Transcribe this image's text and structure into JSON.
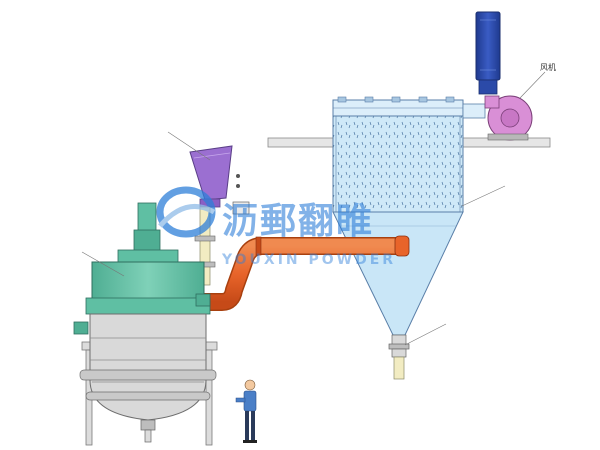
{
  "diagram": {
    "callouts": {
      "fan_label": "风机"
    },
    "watermark": {
      "company_chinese": "沥郵翻睢",
      "company_latin": "YOUXIN POWDER"
    },
    "colors": {
      "fan_motor": "#2b4aa8",
      "fan_housing": "#d98fd6",
      "dust_collector": "#c9e6f7",
      "dust_collector_outline": "#5a7fa8",
      "duct": "#e8642a",
      "reactor": "#5fbfa3",
      "reactor_dark": "#3f8c79",
      "hopper": "#9b6fd1",
      "support_steel": "#d9d9d9",
      "pipe_yellow": "#f2ecc2",
      "person_shirt": "#4a7fc7",
      "watermark": "#2e7fd9"
    }
  }
}
